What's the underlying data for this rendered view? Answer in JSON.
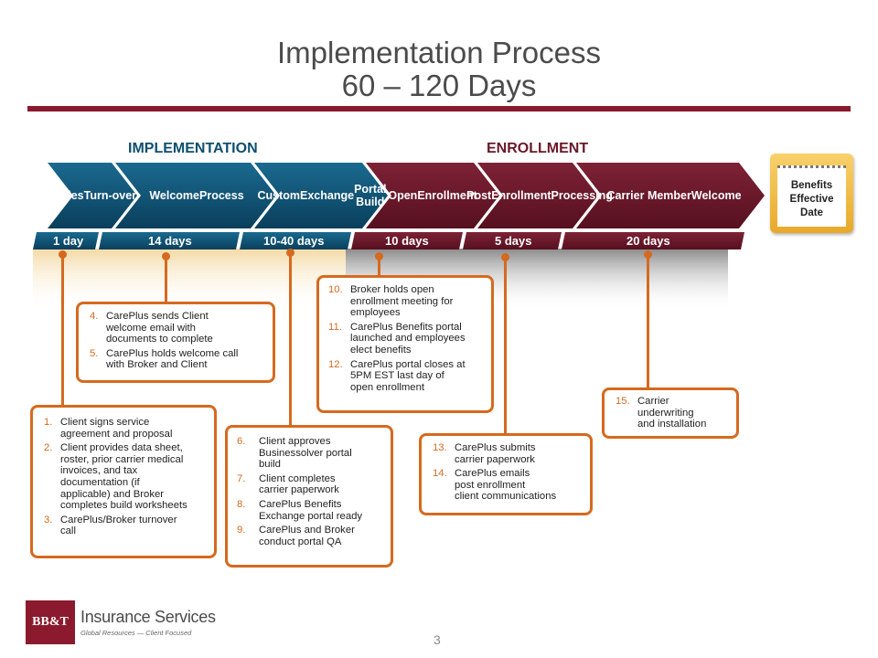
{
  "title": {
    "line1": "Implementation Process",
    "line2": "60 – 120 Days"
  },
  "phases": {
    "implementation": "IMPLEMENTATION",
    "enrollment": "ENROLLMENT"
  },
  "steps": [
    {
      "label": "Sales Turn-over",
      "lines": [
        "Sales",
        "Turn-",
        "over"
      ],
      "days": "1 day",
      "color": "#0d4f70"
    },
    {
      "label": "Welcome Process",
      "lines": [
        "Welcome",
        "Process"
      ],
      "days": "14 days",
      "color": "#0d4f70"
    },
    {
      "label": "Custom Exchange Portal Build",
      "lines": [
        "Custom",
        "Exchange",
        "Portal Build"
      ],
      "days": "10-40 days",
      "color": "#0d4f70"
    },
    {
      "label": "Open Enrollment",
      "lines": [
        "Open",
        "Enrollment"
      ],
      "days": "10 days",
      "color": "#6b1728"
    },
    {
      "label": "Post Enrollment Processing",
      "lines": [
        "Post",
        "Enrollment",
        "Processing"
      ],
      "days": "5 days",
      "color": "#6b1728"
    },
    {
      "label": "Carrier Member Welcome",
      "lines": [
        "Carrier Member",
        "Welcome"
      ],
      "days": "20 days",
      "color": "#6b1728"
    }
  ],
  "milestone": {
    "lines": [
      "Benefits",
      "Effective",
      "Date"
    ]
  },
  "boxes": [
    {
      "items": [
        {
          "n": "1.",
          "lines": [
            "Client signs service",
            "agreement and proposal"
          ]
        },
        {
          "n": "2.",
          "lines": [
            "Client provides data sheet,",
            "roster, prior carrier medical",
            "invoices, and tax",
            "documentation (if",
            "applicable) and Broker",
            "completes build worksheets"
          ]
        },
        {
          "n": "3.",
          "lines": [
            "CarePlus/Broker turnover",
            "call"
          ]
        }
      ]
    },
    {
      "items": [
        {
          "n": "4.",
          "lines": [
            "CarePlus sends Client",
            "welcome email with",
            "documents to complete"
          ]
        },
        {
          "n": "5.",
          "lines": [
            "CarePlus holds welcome call",
            "with Broker and Client"
          ]
        }
      ]
    },
    {
      "items": [
        {
          "n": "6.",
          "lines": [
            "Client approves",
            "Businessolver portal",
            "build"
          ]
        },
        {
          "n": "7.",
          "lines": [
            "Client completes",
            "carrier paperwork"
          ]
        },
        {
          "n": "8.",
          "lines": [
            "CarePlus Benefits",
            "Exchange portal ready"
          ]
        },
        {
          "n": "9.",
          "lines": [
            "CarePlus and Broker",
            "conduct portal QA"
          ]
        }
      ]
    },
    {
      "items": [
        {
          "n": "10.",
          "lines": [
            "Broker holds open",
            "enrollment meeting for",
            "employees"
          ]
        },
        {
          "n": "11.",
          "lines": [
            "CarePlus Benefits portal",
            "launched and employees",
            "elect benefits"
          ]
        },
        {
          "n": "12.",
          "lines": [
            "CarePlus portal closes at",
            "5PM EST last day of",
            "open enrollment"
          ]
        }
      ]
    },
    {
      "items": [
        {
          "n": "13.",
          "lines": [
            "CarePlus submits",
            "carrier paperwork"
          ]
        },
        {
          "n": "14.",
          "lines": [
            "CarePlus emails",
            "post enrollment",
            "client communications"
          ]
        }
      ]
    },
    {
      "items": [
        {
          "n": "15.",
          "lines": [
            "Carrier",
            "underwriting",
            "and installation"
          ]
        }
      ]
    }
  ],
  "footer": {
    "logo_mark": "BB&T",
    "logo_name": "Insurance Services",
    "logo_tagline": "Global Resources — Client Focused",
    "page_number": "3"
  },
  "colors": {
    "implementation": "#0d4f70",
    "enrollment": "#6b1728",
    "accent": "#d56a1f",
    "title_rule": "#8b1a2e"
  }
}
